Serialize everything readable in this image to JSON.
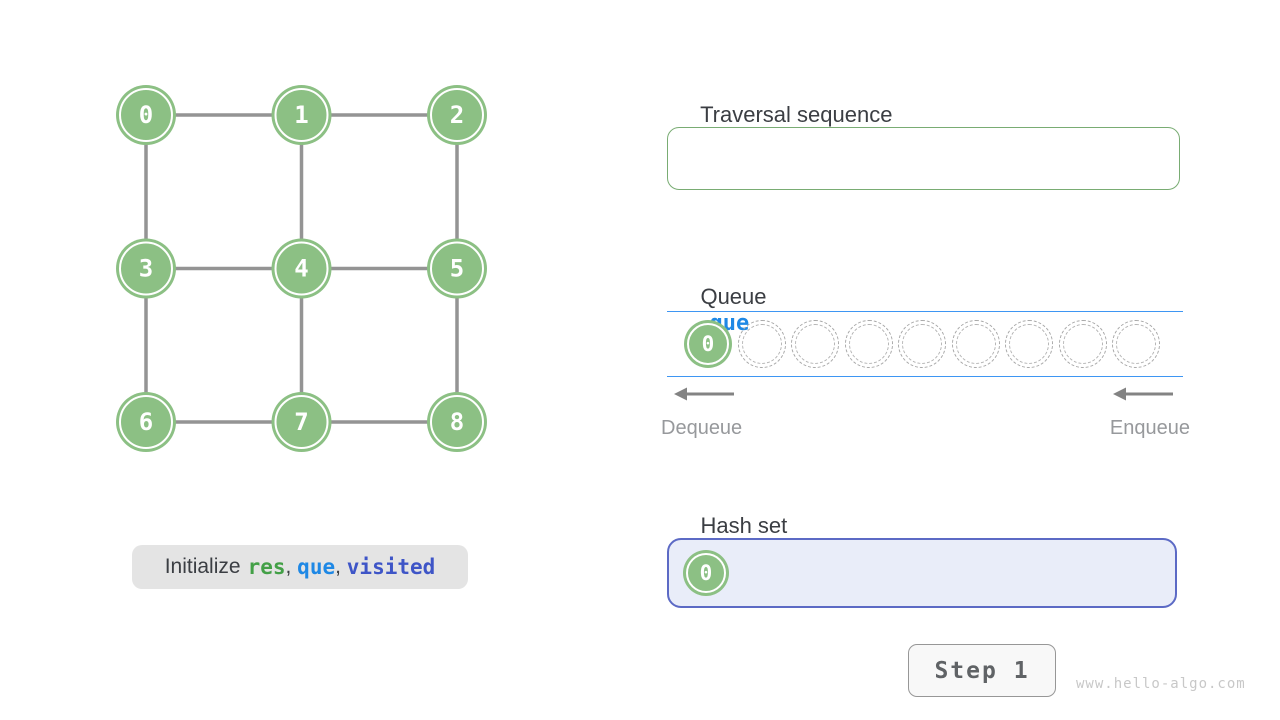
{
  "colors": {
    "node_green": "#8cc084",
    "edge_gray": "#949494",
    "res_accent": "#43a047",
    "que_accent": "#1e88e5",
    "visited_accent": "#3e55c7",
    "res_box_border": "#79ac73",
    "queue_line": "#3e96f3",
    "visited_border": "#5c6ac5",
    "visited_bg": "#e9edf9"
  },
  "graph": {
    "nodes": [
      {
        "label": "0",
        "row": 0,
        "col": 0
      },
      {
        "label": "1",
        "row": 0,
        "col": 1
      },
      {
        "label": "2",
        "row": 0,
        "col": 2
      },
      {
        "label": "3",
        "row": 1,
        "col": 0
      },
      {
        "label": "4",
        "row": 1,
        "col": 1
      },
      {
        "label": "5",
        "row": 1,
        "col": 2
      },
      {
        "label": "6",
        "row": 2,
        "col": 0
      },
      {
        "label": "7",
        "row": 2,
        "col": 1
      },
      {
        "label": "8",
        "row": 2,
        "col": 2
      }
    ],
    "edges": [
      [
        0,
        1
      ],
      [
        1,
        2
      ],
      [
        3,
        4
      ],
      [
        4,
        5
      ],
      [
        6,
        7
      ],
      [
        7,
        8
      ],
      [
        0,
        3
      ],
      [
        3,
        6
      ],
      [
        1,
        4
      ],
      [
        4,
        7
      ],
      [
        2,
        5
      ],
      [
        5,
        8
      ]
    ]
  },
  "sections": {
    "res": {
      "title": "Traversal sequence",
      "var": "res",
      "items": []
    },
    "queue": {
      "title": "Queue",
      "var": "que",
      "capacity": 9,
      "items": [
        "0"
      ],
      "dequeue_label": "Dequeue",
      "enqueue_label": "Enqueue"
    },
    "visited": {
      "title": "Hash set",
      "var": "visited",
      "items": [
        "0"
      ]
    }
  },
  "caption": {
    "prefix": "Initialize",
    "separator": ", ",
    "vars": [
      "res",
      "que",
      "visited"
    ]
  },
  "controls": {
    "step_button_label": "Step 1"
  },
  "watermark": "www.hello-algo.com"
}
